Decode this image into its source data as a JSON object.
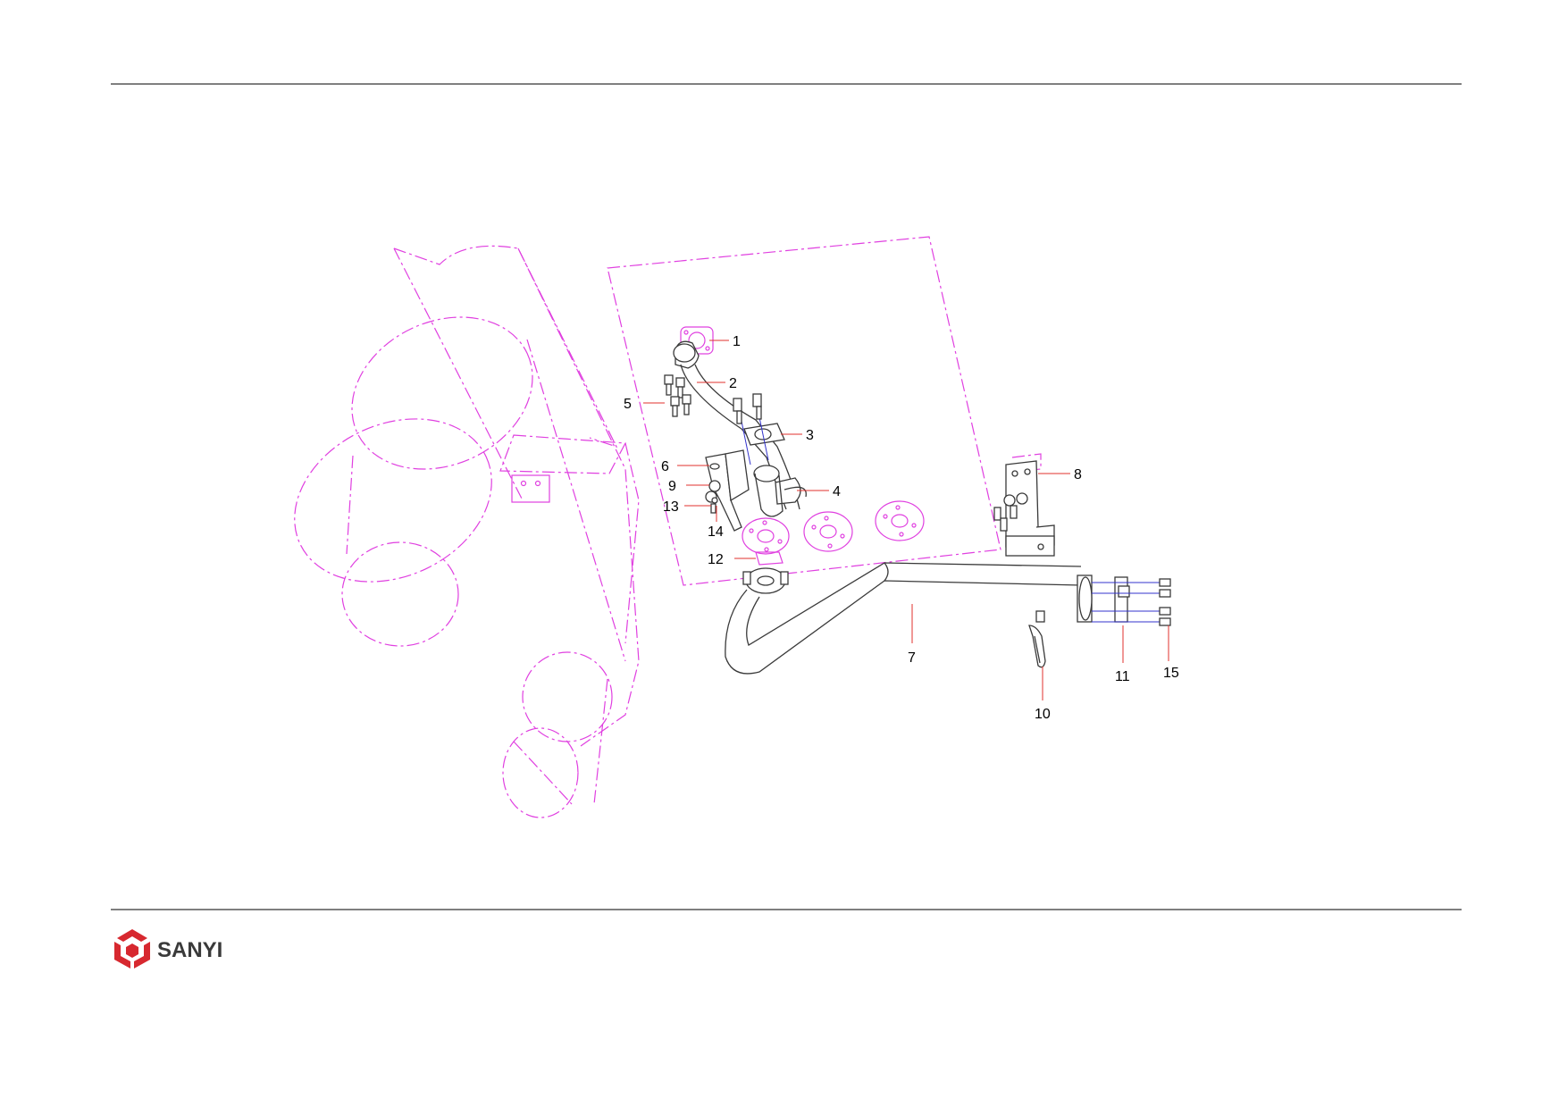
{
  "brand": {
    "name": "SANYI",
    "logo_color": "#d7282f"
  },
  "colors": {
    "ghost_outline": "#e040e0",
    "leader_line": "#e0302c",
    "part_outline": "#3a3a3a",
    "bolt_axis": "#3333cc"
  },
  "callouts": [
    "1",
    "2",
    "3",
    "4",
    "5",
    "6",
    "7",
    "8",
    "9",
    "10",
    "11",
    "12",
    "13",
    "14",
    "15"
  ]
}
